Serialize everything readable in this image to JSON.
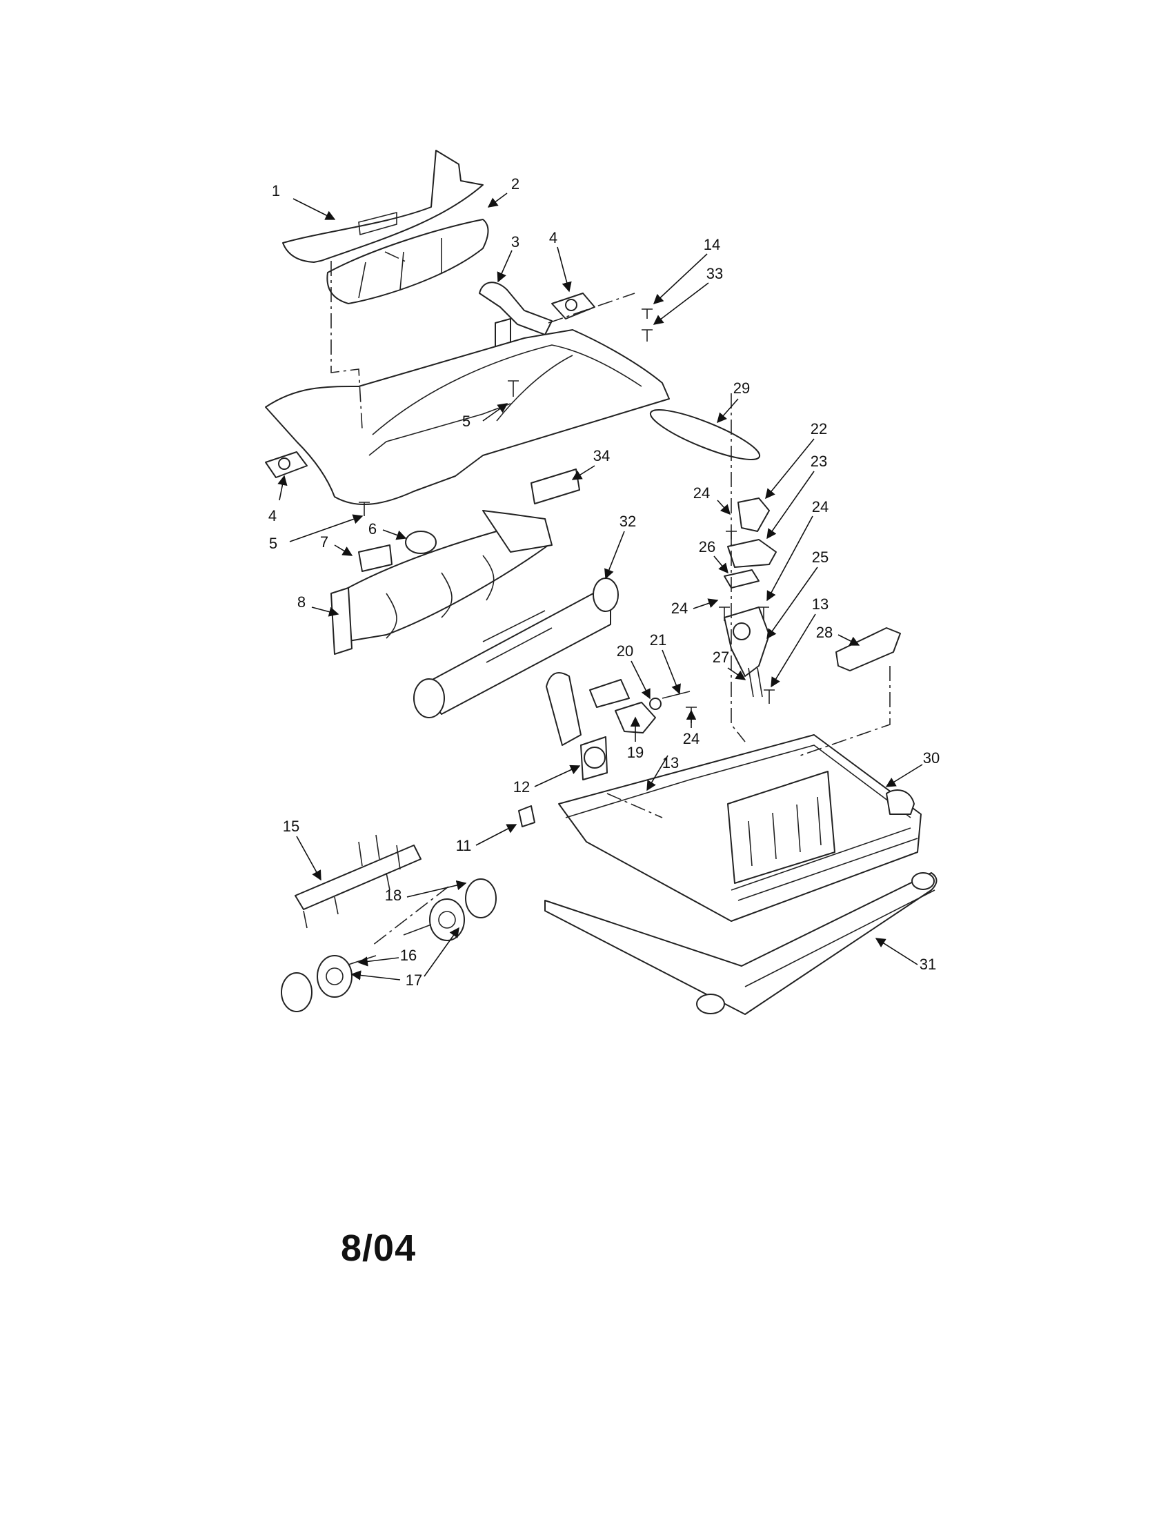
{
  "diagram": {
    "callouts": [
      {
        "id": "c1",
        "label": "1"
      },
      {
        "id": "c2",
        "label": "2"
      },
      {
        "id": "c3",
        "label": "3"
      },
      {
        "id": "c4a",
        "label": "4"
      },
      {
        "id": "c14",
        "label": "14"
      },
      {
        "id": "c33",
        "label": "33"
      },
      {
        "id": "c29",
        "label": "29"
      },
      {
        "id": "c5a",
        "label": "5"
      },
      {
        "id": "c22",
        "label": "22"
      },
      {
        "id": "c23",
        "label": "23"
      },
      {
        "id": "c34",
        "label": "34"
      },
      {
        "id": "c24a",
        "label": "24"
      },
      {
        "id": "c24b",
        "label": "24"
      },
      {
        "id": "c4b",
        "label": "4"
      },
      {
        "id": "c6",
        "label": "6"
      },
      {
        "id": "c5b",
        "label": "5"
      },
      {
        "id": "c7",
        "label": "7"
      },
      {
        "id": "c32",
        "label": "32"
      },
      {
        "id": "c26",
        "label": "26"
      },
      {
        "id": "c25",
        "label": "25"
      },
      {
        "id": "c24c",
        "label": "24"
      },
      {
        "id": "c8",
        "label": "8"
      },
      {
        "id": "c13a",
        "label": "13"
      },
      {
        "id": "c28",
        "label": "28"
      },
      {
        "id": "c21",
        "label": "21"
      },
      {
        "id": "c20",
        "label": "20"
      },
      {
        "id": "c27",
        "label": "27"
      },
      {
        "id": "c24d",
        "label": "24"
      },
      {
        "id": "c19",
        "label": "19"
      },
      {
        "id": "c13b",
        "label": "13"
      },
      {
        "id": "c30",
        "label": "30"
      },
      {
        "id": "c12",
        "label": "12"
      },
      {
        "id": "c15",
        "label": "15"
      },
      {
        "id": "c11",
        "label": "11"
      },
      {
        "id": "c18",
        "label": "18"
      },
      {
        "id": "c16",
        "label": "16"
      },
      {
        "id": "c17",
        "label": "17"
      },
      {
        "id": "c31",
        "label": "31"
      }
    ]
  },
  "footer": {
    "date_code": "8/04"
  }
}
